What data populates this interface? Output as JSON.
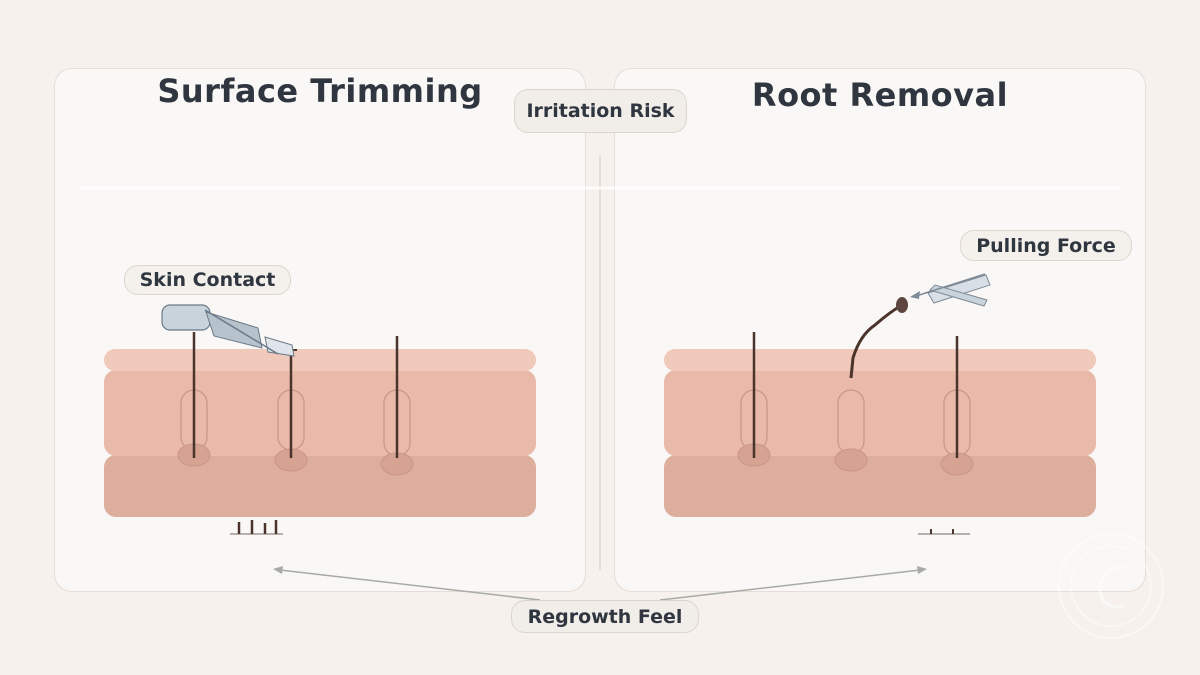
{
  "panels": {
    "left": {
      "title": "Surface Trimming"
    },
    "right": {
      "title": "Root Removal"
    }
  },
  "labels": {
    "irritation_risk": "Irritation Risk",
    "skin_contact": "Skin Contact",
    "pulling_force": "Pulling Force",
    "regrowth_feel": "Regrowth Feel"
  },
  "colors": {
    "background": "#f6f1ed",
    "panel": "#faf8f6",
    "skin_surface": "#f0c9bb",
    "skin_mid": "#e9b9a9",
    "skin_deep": "#deae9c",
    "hair": "#4a342c",
    "follicle": "#d6a392",
    "text": "#2f3640",
    "tool": "#c8d3dc"
  },
  "icons": [
    "razor-icon",
    "tweezers-icon",
    "watermark-icon"
  ]
}
